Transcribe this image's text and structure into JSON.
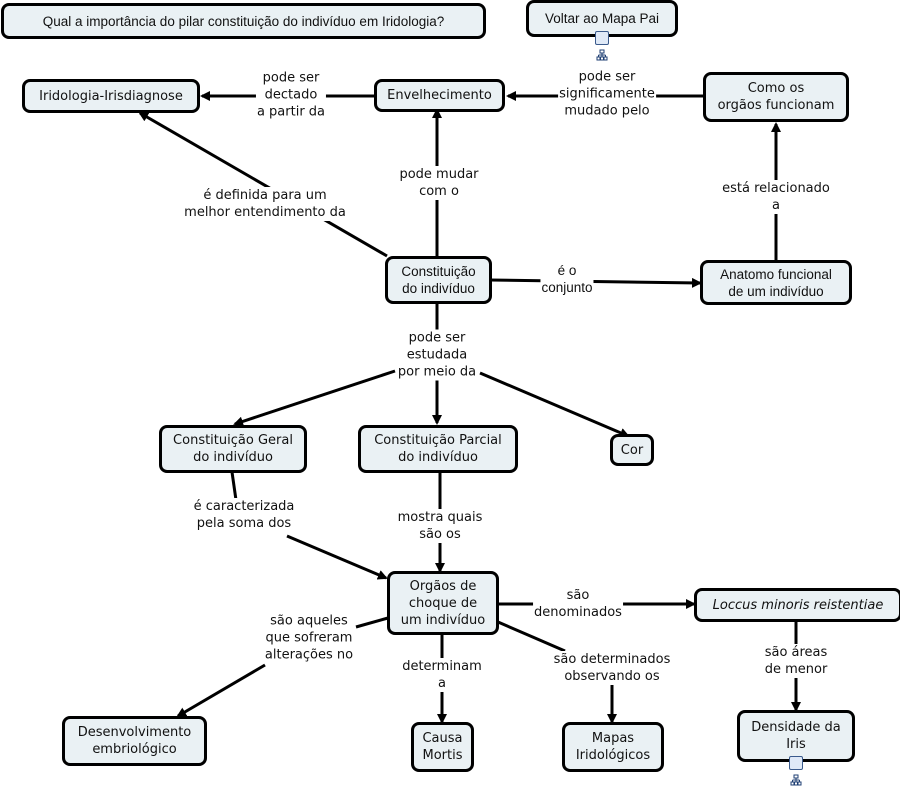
{
  "question": "Qual a importância do pilar constituição do indivíduo em Iridologia?",
  "back_button": {
    "label": "Voltar ao Mapa Pai",
    "icon": "concept-map-icon"
  },
  "nodes": {
    "iridologia": "Iridologia-Irisdiagnose",
    "envelhecimento": "Envelhecimento",
    "orgaos_funcionam": "Como os\norgãos funcionam",
    "constituicao": "Constituição\ndo indivíduo",
    "anatomo": "Anatomo funcional\nde um indivíduo",
    "geral": "Constituição Geral\ndo indivíduo",
    "parcial": "Constituição Parcial\ndo indivíduo",
    "cor": "Cor",
    "orgaos_choque": "Orgãos de\nchoque de\num indivíduo",
    "loccus": "Loccus minoris reistentiae",
    "desenvolvimento": "Desenvolvimento\nembriológico",
    "causa": "Causa\nMortis",
    "mapas": "Mapas\nIridológicos",
    "densidade": "Densidade da\nIris"
  },
  "links": {
    "detectado": "pode ser\ndectado\na partir da",
    "mudado": "pode ser\nsignificamente\nmudado pelo",
    "definida": "é definida para um\nmelhor entendimento da",
    "mudar": "pode mudar\ncom o",
    "relacionado": "está relacionado\na",
    "conjunto": "é o\nconjunto",
    "estudada": "pode ser\nestudada\npor meio da",
    "caracterizada": "é caracterizada\npela soma dos",
    "mostra": "mostra quais\nsão os",
    "denominados": "são\ndenominados",
    "aqueles": "são aqueles\nque sofreram\nalterações no",
    "determinam": "determinam\na",
    "determinados": "são determinados\nobservando os",
    "areas": "são áreas\nde menor"
  },
  "colors": {
    "node_fill": "#eaf1f4",
    "stroke": "#000000"
  }
}
